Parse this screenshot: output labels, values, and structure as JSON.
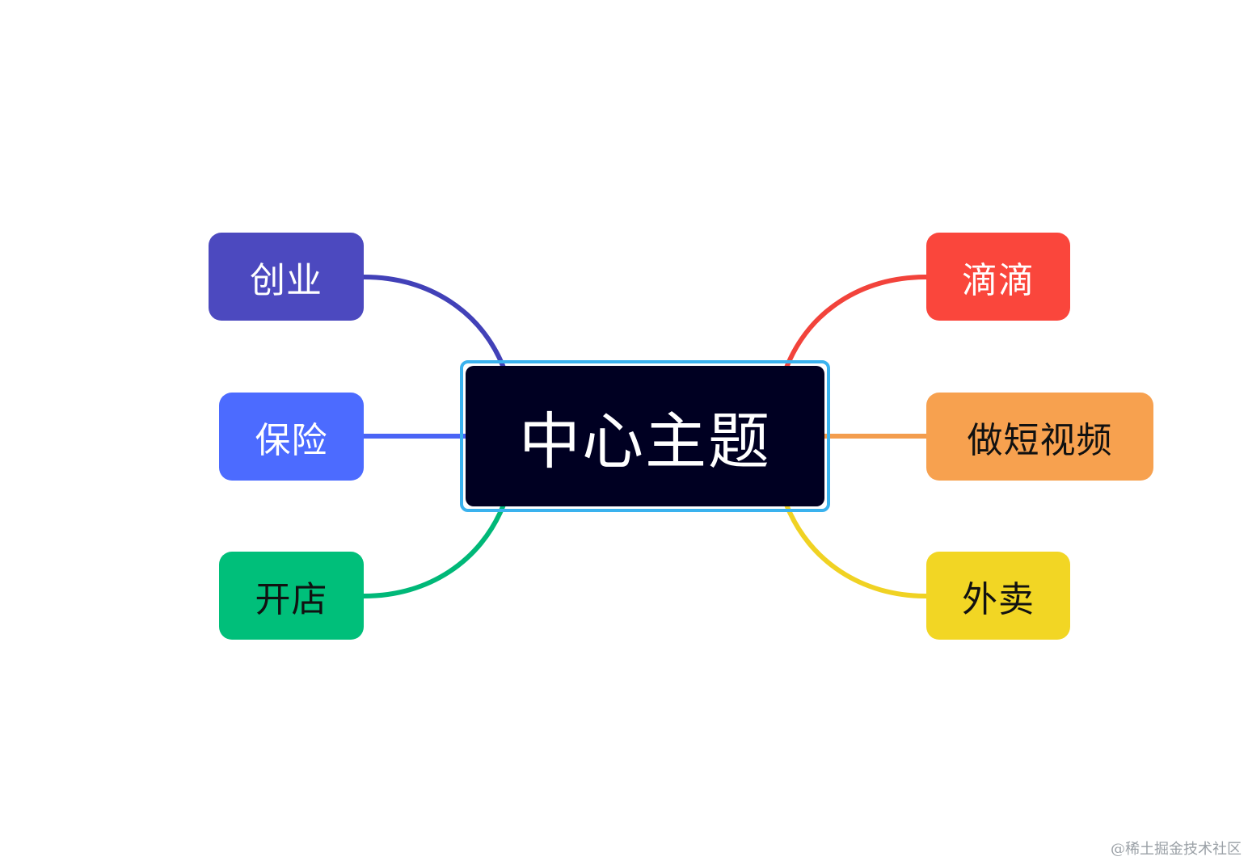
{
  "mindmap": {
    "center": {
      "label": "中心主题",
      "fill": "#000022",
      "text_color": "#ffffff",
      "selection_outline": "#3ab2ee"
    },
    "branches": [
      {
        "id": "chuangye",
        "label": "创业",
        "side": "left",
        "fill": "#4c49bf",
        "line": "#4241b8",
        "text_color": "#ffffff"
      },
      {
        "id": "baoxian",
        "label": "保险",
        "side": "left",
        "fill": "#4c6bff",
        "line": "#4a64f5",
        "text_color": "#ffffff"
      },
      {
        "id": "kaidian",
        "label": "开店",
        "side": "left",
        "fill": "#00bf7a",
        "line": "#00b878",
        "text_color": "#111111"
      },
      {
        "id": "didi",
        "label": "滴滴",
        "side": "right",
        "fill": "#fa463c",
        "line": "#f2433b",
        "text_color": "#ffffff"
      },
      {
        "id": "duanshipin",
        "label": "做短视频",
        "side": "right",
        "fill": "#f7a14f",
        "line": "#f39d4e",
        "text_color": "#111111"
      },
      {
        "id": "waimai",
        "label": "外卖",
        "side": "right",
        "fill": "#f2d624",
        "line": "#f0d223",
        "text_color": "#111111"
      }
    ]
  },
  "watermark": "@稀土掘金技术社区"
}
